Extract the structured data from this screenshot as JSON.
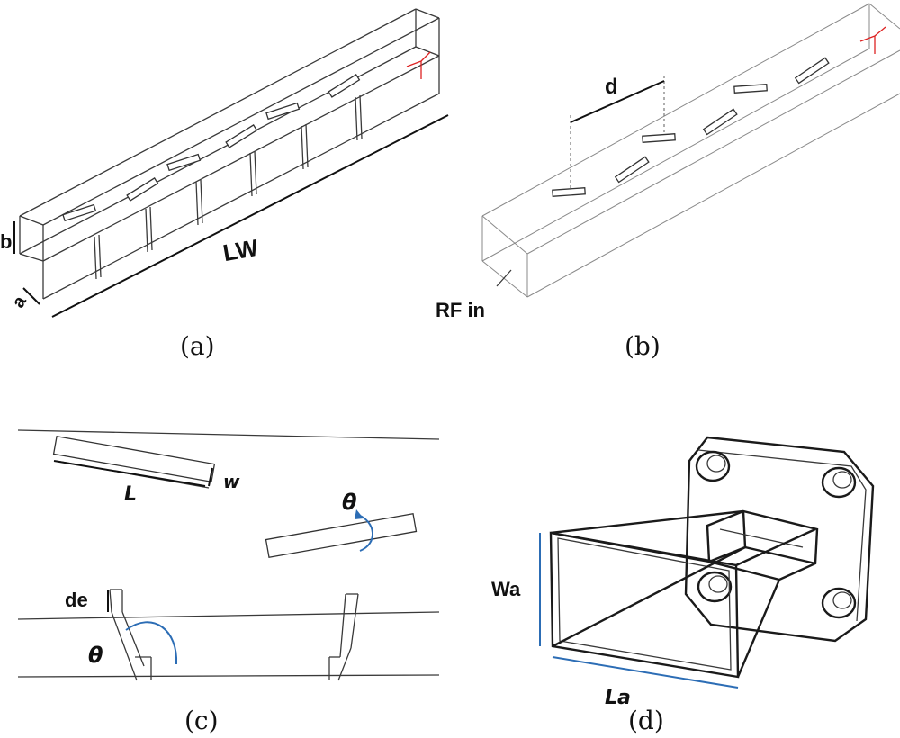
{
  "panels": {
    "a": {
      "caption": "(a)",
      "label_b": "b",
      "label_a": "a",
      "label_lw": "LW"
    },
    "b": {
      "caption": "(b)",
      "label_d": "d",
      "label_rfin": "RF in"
    },
    "c": {
      "caption": "(c)",
      "label_L": "L",
      "label_w": "w",
      "label_theta": "θ",
      "label_de": "de"
    },
    "d": {
      "caption": "(d)",
      "label_wa": "Wa",
      "label_la": "La"
    }
  },
  "colors": {
    "line": "#3a3a3a",
    "accent_blue": "#2c6db5",
    "axis_red": "#dd2222"
  }
}
